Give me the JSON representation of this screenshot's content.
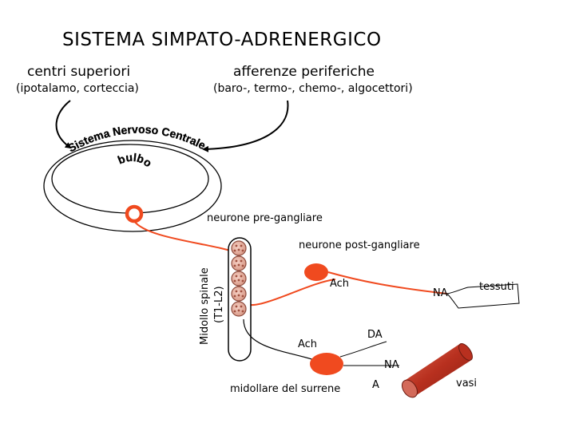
{
  "title": "SISTEMA SIMPATO-ADRENERGICO",
  "centri": {
    "heading": "centri superiori",
    "sub": "(ipotalamo, corteccia)"
  },
  "afferenze": {
    "heading": "afferenze periferiche",
    "sub": "(baro-, termo-, chemo-, algocettori)"
  },
  "cns_label": "Sistema Nervoso Centrale",
  "bulbo_label": "bulbo",
  "pregangliare_label": "neurone pre-gangliare",
  "postgangliare_label": "neurone post-gangliare",
  "midollo_label": "Midollo spinale",
  "midollo_level": "(T1-L2)",
  "ach_upper": "Ach",
  "ach_lower": "Ach",
  "na_upper": "NA",
  "tessuti_label": "tessuti",
  "da_label": "DA",
  "na_lower": "NA",
  "a_label": "A",
  "surrene_label": "midollare del surrene",
  "vasi_label": "vasi",
  "colors": {
    "neuron": "#f04a1f",
    "ganglion": "#c97a6a",
    "vessel": "#b8301f",
    "vessel_end": "#d36a5a"
  }
}
